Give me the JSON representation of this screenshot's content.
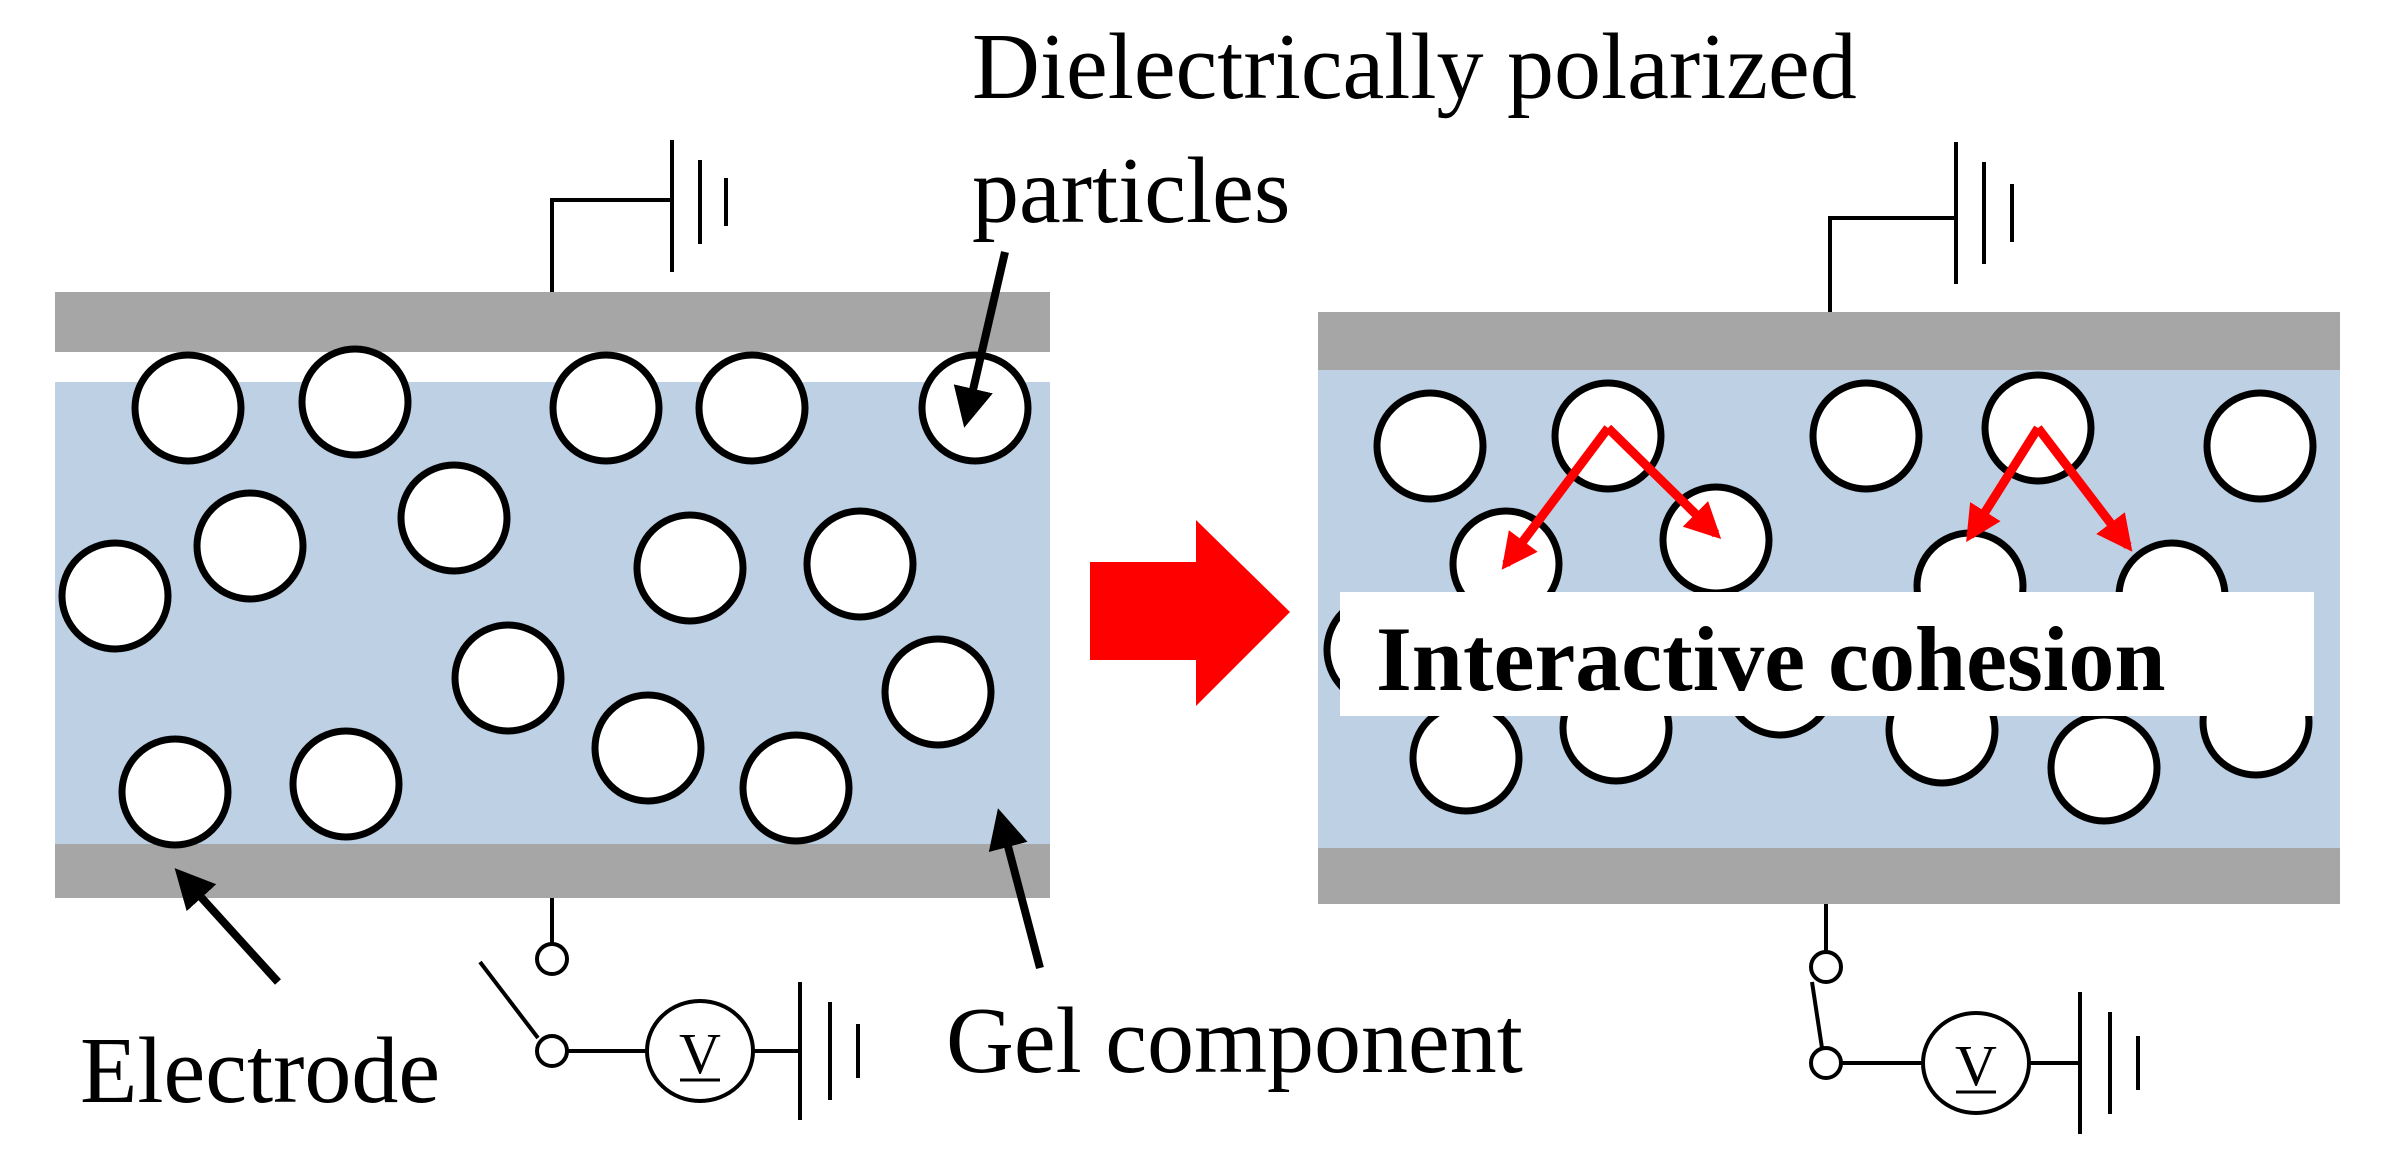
{
  "labels": {
    "dielectric_line1": "Dielectrically polarized",
    "dielectric_line2": "particles",
    "electrode": "Electrode",
    "gel_component": "Gel component",
    "interactive_cohesion": "Interactive cohesion",
    "voltmeter_symbol": "V"
  },
  "colors": {
    "electrode": "#a6a6a6",
    "gel": "#bdd0e4",
    "particle_fill": "#ffffff",
    "particle_stroke": "#000000",
    "transition_arrow": "#ff0000",
    "cohesion_arrows": "#ff0000",
    "pointer_arrows": "#000000"
  },
  "icons": {
    "ground": "ground-symbol-icon",
    "switch": "switch-icon",
    "voltmeter": "voltmeter-icon",
    "transition_arrow": "right-arrow-icon"
  }
}
